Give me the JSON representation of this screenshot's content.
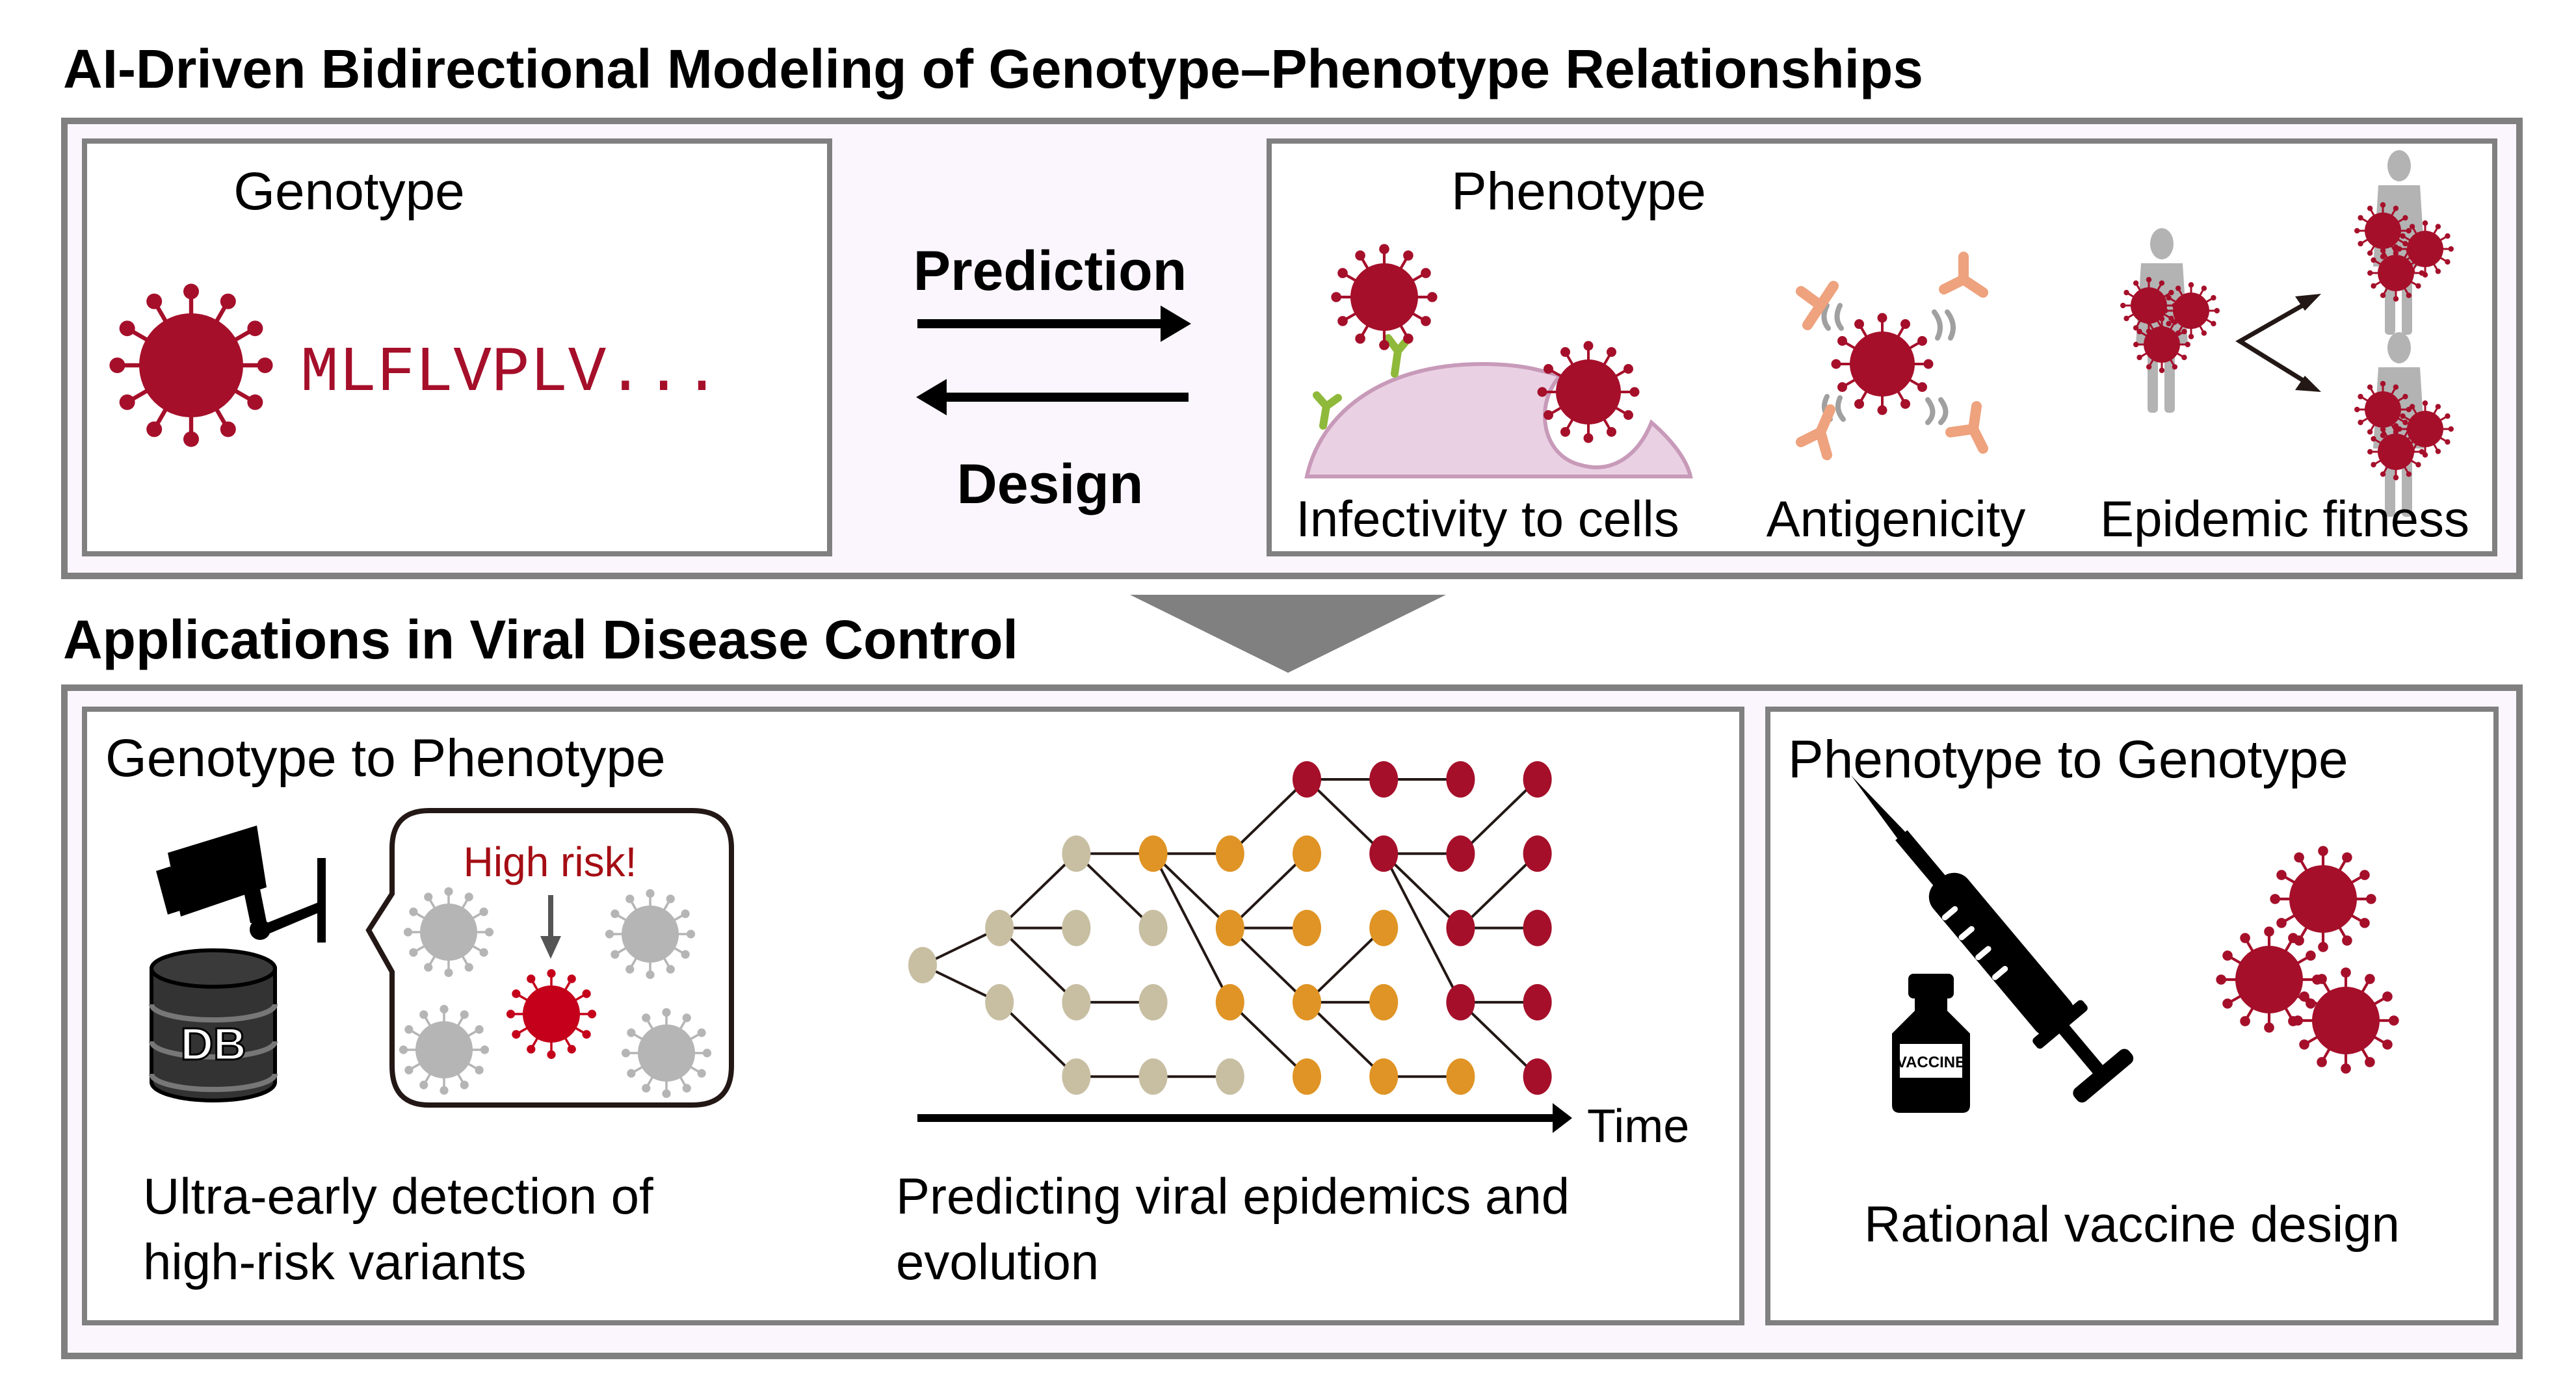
{
  "title_top": "AI-Driven Bidirectional Modeling of Genotype–Phenotype Relationships",
  "title_bottom": "Applications in Viral Disease Control",
  "colors": {
    "virus_red": "#a50f2a",
    "alert_red": "#c4001a",
    "risk_text": "#a50d14",
    "panel_fill": "#fbf6fd",
    "panel_border": "#808080",
    "virus_gray": "#b5b5b5",
    "person_gray": "#b3b3b3",
    "cell_fill": "#ead0e3",
    "cell_border": "#c89ab9",
    "receptor_green": "#8fb93a",
    "antibody_orange": "#eea27e",
    "node_beige": "#c8bfa3",
    "node_orange": "#df9425",
    "node_red": "#a50f2a"
  },
  "modeling": {
    "genotype": {
      "heading": "Genotype",
      "sequence": "MLFLVPLV...",
      "icon": "virus-icon"
    },
    "arrows": {
      "forward_label": "Prediction",
      "backward_label": "Design"
    },
    "phenotype": {
      "heading": "Phenotype",
      "items": [
        {
          "label": "Infectivity to cells",
          "icon": "cell-infection-icon"
        },
        {
          "label": "Antigenicity",
          "icon": "antibody-binding-icon"
        },
        {
          "label": "Epidemic fitness",
          "icon": "epidemic-spread-icon"
        }
      ]
    }
  },
  "applications": {
    "genotype_to_phenotype": {
      "heading": "Genotype to Phenotype",
      "surveillance": {
        "alert_text": "High risk!",
        "db_label": "DB",
        "caption_lines": [
          "Ultra-early detection of",
          "high-risk variants"
        ]
      },
      "evolution": {
        "axis_label": "Time",
        "caption_lines": [
          "Predicting viral epidemics and",
          "evolution"
        ]
      }
    },
    "phenotype_to_genotype": {
      "heading": "Phenotype to Genotype",
      "vaccine_label": "VACCINE",
      "caption": "Rational vaccine design"
    }
  },
  "tree": {
    "description": "Phylogenetic-style lineage network over time; columns are time steps, rows are lineages",
    "root": {
      "col": 0,
      "row": 2.5,
      "group": "early"
    },
    "nodes": [
      {
        "col": 1,
        "row": 2,
        "group": "early"
      },
      {
        "col": 1,
        "row": 3,
        "group": "early"
      },
      {
        "col": 2,
        "row": 1,
        "group": "early"
      },
      {
        "col": 2,
        "row": 2,
        "group": "early"
      },
      {
        "col": 2,
        "row": 3,
        "group": "early"
      },
      {
        "col": 2,
        "row": 4,
        "group": "early"
      },
      {
        "col": 3,
        "row": 1,
        "group": "mid"
      },
      {
        "col": 3,
        "row": 2,
        "group": "early"
      },
      {
        "col": 3,
        "row": 3,
        "group": "early"
      },
      {
        "col": 3,
        "row": 4,
        "group": "early"
      },
      {
        "col": 4,
        "row": 1,
        "group": "mid"
      },
      {
        "col": 4,
        "row": 2,
        "group": "mid"
      },
      {
        "col": 4,
        "row": 3,
        "group": "mid"
      },
      {
        "col": 4,
        "row": 4,
        "group": "early"
      },
      {
        "col": 5,
        "row": 0,
        "group": "late"
      },
      {
        "col": 5,
        "row": 1,
        "group": "mid"
      },
      {
        "col": 5,
        "row": 2,
        "group": "mid"
      },
      {
        "col": 5,
        "row": 3,
        "group": "mid"
      },
      {
        "col": 5,
        "row": 4,
        "group": "mid"
      },
      {
        "col": 6,
        "row": 0,
        "group": "late"
      },
      {
        "col": 6,
        "row": 1,
        "group": "late"
      },
      {
        "col": 6,
        "row": 2,
        "group": "mid"
      },
      {
        "col": 6,
        "row": 3,
        "group": "mid"
      },
      {
        "col": 6,
        "row": 4,
        "group": "mid"
      },
      {
        "col": 7,
        "row": 0,
        "group": "late"
      },
      {
        "col": 7,
        "row": 1,
        "group": "late"
      },
      {
        "col": 7,
        "row": 2,
        "group": "late"
      },
      {
        "col": 7,
        "row": 3,
        "group": "late"
      },
      {
        "col": 7,
        "row": 4,
        "group": "mid"
      },
      {
        "col": 8,
        "row": 0,
        "group": "late"
      },
      {
        "col": 8,
        "row": 1,
        "group": "late"
      },
      {
        "col": 8,
        "row": 2,
        "group": "late"
      },
      {
        "col": 8,
        "row": 3,
        "group": "late"
      },
      {
        "col": 8,
        "row": 4,
        "group": "late"
      }
    ],
    "edges": [
      [
        [
          0,
          2.5
        ],
        [
          1,
          2
        ]
      ],
      [
        [
          0,
          2.5
        ],
        [
          1,
          3
        ]
      ],
      [
        [
          1,
          2
        ],
        [
          2,
          1
        ]
      ],
      [
        [
          1,
          2
        ],
        [
          2,
          2
        ]
      ],
      [
        [
          1,
          2
        ],
        [
          2,
          3
        ]
      ],
      [
        [
          1,
          3
        ],
        [
          2,
          4
        ]
      ],
      [
        [
          2,
          1
        ],
        [
          3,
          1
        ]
      ],
      [
        [
          2,
          1
        ],
        [
          3,
          2
        ]
      ],
      [
        [
          2,
          3
        ],
        [
          3,
          3
        ]
      ],
      [
        [
          2,
          4
        ],
        [
          3,
          4
        ]
      ],
      [
        [
          3,
          4
        ],
        [
          4,
          4
        ]
      ],
      [
        [
          3,
          1
        ],
        [
          4,
          1
        ]
      ],
      [
        [
          3,
          1
        ],
        [
          4,
          2
        ]
      ],
      [
        [
          3,
          1
        ],
        [
          4,
          3
        ]
      ],
      [
        [
          4,
          1
        ],
        [
          5,
          0
        ]
      ],
      [
        [
          4,
          2
        ],
        [
          5,
          2
        ]
      ],
      [
        [
          4,
          2
        ],
        [
          5,
          1
        ]
      ],
      [
        [
          4,
          2
        ],
        [
          5,
          3
        ]
      ],
      [
        [
          4,
          3
        ],
        [
          5,
          4
        ]
      ],
      [
        [
          5,
          0
        ],
        [
          6,
          0
        ]
      ],
      [
        [
          6,
          0
        ],
        [
          7,
          0
        ]
      ],
      [
        [
          5,
          0
        ],
        [
          6,
          1
        ]
      ],
      [
        [
          5,
          3
        ],
        [
          6,
          3
        ]
      ],
      [
        [
          5,
          3
        ],
        [
          6,
          2
        ]
      ],
      [
        [
          5,
          3
        ],
        [
          6,
          4
        ]
      ],
      [
        [
          6,
          4
        ],
        [
          7,
          4
        ]
      ],
      [
        [
          6,
          1
        ],
        [
          7,
          1
        ]
      ],
      [
        [
          6,
          1
        ],
        [
          7,
          2
        ]
      ],
      [
        [
          6,
          1
        ],
        [
          7,
          3
        ]
      ],
      [
        [
          7,
          1
        ],
        [
          8,
          0
        ]
      ],
      [
        [
          7,
          2
        ],
        [
          8,
          1
        ]
      ],
      [
        [
          7,
          2
        ],
        [
          8,
          2
        ]
      ],
      [
        [
          7,
          3
        ],
        [
          8,
          3
        ]
      ],
      [
        [
          7,
          3
        ],
        [
          8,
          4
        ]
      ]
    ]
  }
}
